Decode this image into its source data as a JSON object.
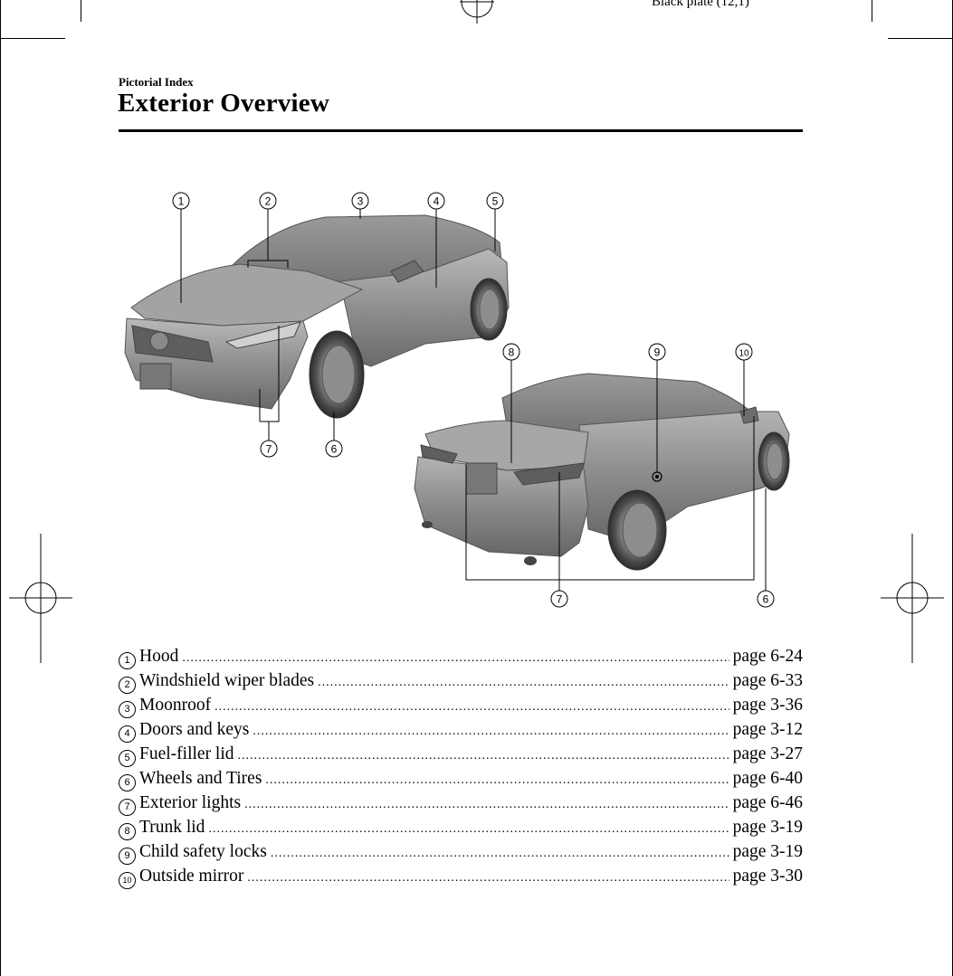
{
  "header": {
    "plate": "Black plate (12,1)",
    "section": "Pictorial Index",
    "title": "Exterior Overview"
  },
  "callouts": [
    "1",
    "2",
    "3",
    "4",
    "5",
    "6",
    "7",
    "8",
    "9",
    "10"
  ],
  "index": [
    {
      "num": "1",
      "label": "Hood",
      "page": "page 6-24"
    },
    {
      "num": "2",
      "label": "Windshield wiper blades",
      "page": "page 6-33"
    },
    {
      "num": "3",
      "label": "Moonroof",
      "page": "page 3-36"
    },
    {
      "num": "4",
      "label": "Doors and keys",
      "page": "page 3-12"
    },
    {
      "num": "5",
      "label": "Fuel-filler lid",
      "page": "page 3-27"
    },
    {
      "num": "6",
      "label": "Wheels and Tires",
      "page": "page 6-40"
    },
    {
      "num": "7",
      "label": "Exterior lights",
      "page": "page 6-46"
    },
    {
      "num": "8",
      "label": "Trunk lid",
      "page": "page 3-19"
    },
    {
      "num": "9",
      "label": "Child safety locks",
      "page": "page 3-19"
    },
    {
      "num": "10",
      "label": "Outside mirror",
      "page": "page 3-30"
    }
  ]
}
